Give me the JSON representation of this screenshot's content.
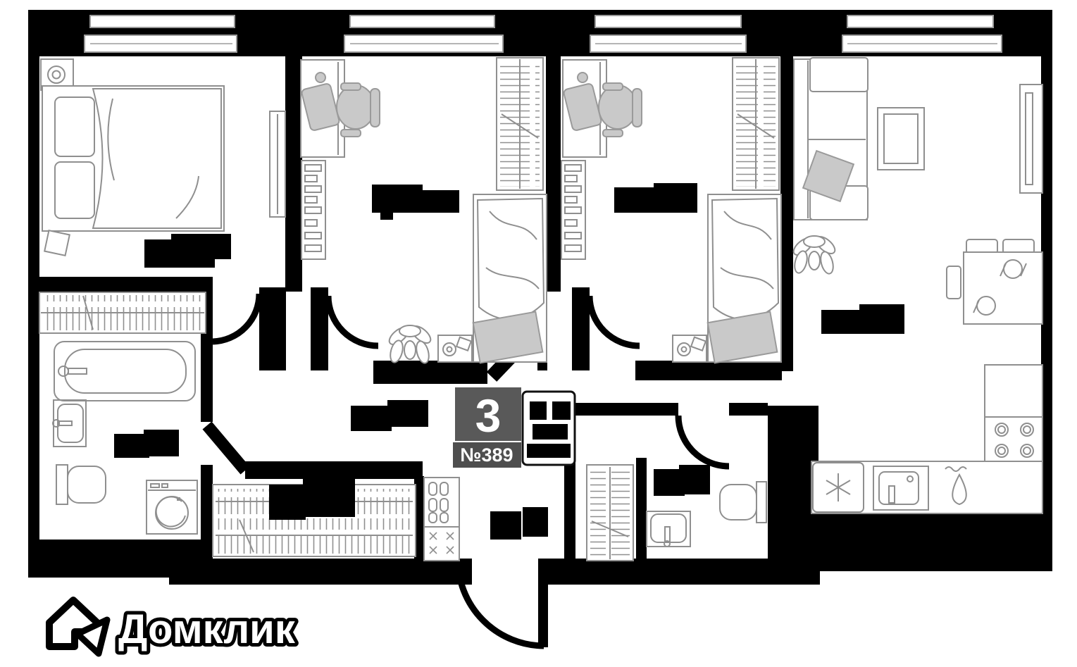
{
  "badge": {
    "rooms_count": "3",
    "apartment_number": "№389",
    "area_box_redacted": true
  },
  "logo": {
    "text": "Домклик"
  },
  "plan": {
    "type": "apartment-floor-plan",
    "area_labels": {
      "redacted": true,
      "count": 9
    },
    "rooms": [
      {
        "name": "bedroom-1",
        "features": [
          "double-bed",
          "nightstand-lamp",
          "wall-shelf",
          "stool",
          "window",
          "hatched-closet"
        ]
      },
      {
        "name": "bedroom-2",
        "features": [
          "desk",
          "office-chair",
          "drawer-shelf",
          "wardrobe",
          "single-bed",
          "bedside-table",
          "plant",
          "window"
        ]
      },
      {
        "name": "bedroom-3",
        "features": [
          "desk",
          "office-chair",
          "drawer-shelf",
          "wardrobe",
          "single-bed",
          "bedside-table",
          "window"
        ]
      },
      {
        "name": "living-kitchen",
        "features": [
          "sofa",
          "pillow",
          "side-table",
          "tv-stand",
          "plant",
          "dining-table",
          "chairs",
          "tall-cabinet",
          "stove-4-burners",
          "fridge-snowflake",
          "kitchen-sink",
          "gas-symbol",
          "window"
        ]
      },
      {
        "name": "bathroom",
        "features": [
          "bathtub",
          "sink",
          "toilet",
          "washing-machine"
        ]
      },
      {
        "name": "hallway",
        "features": [
          "door-arcs"
        ]
      },
      {
        "name": "wardrobe-room",
        "features": [
          "hatched-closet"
        ]
      },
      {
        "name": "entry-corridor",
        "features": [
          "shoe-cabinet",
          "coat-rack",
          "entrance-door-arc"
        ]
      },
      {
        "name": "toilet-room",
        "features": [
          "sink",
          "toilet",
          "door-arc"
        ]
      }
    ]
  },
  "colors": {
    "background": "#ffffff",
    "walls": "#000000",
    "furniture_line": "#8f8f8f",
    "furniture_fill": "#c9c9c9",
    "badge_tile_bg": "#595959",
    "badge_bar_bg": "#4e4e4e",
    "redaction": "#000000"
  }
}
